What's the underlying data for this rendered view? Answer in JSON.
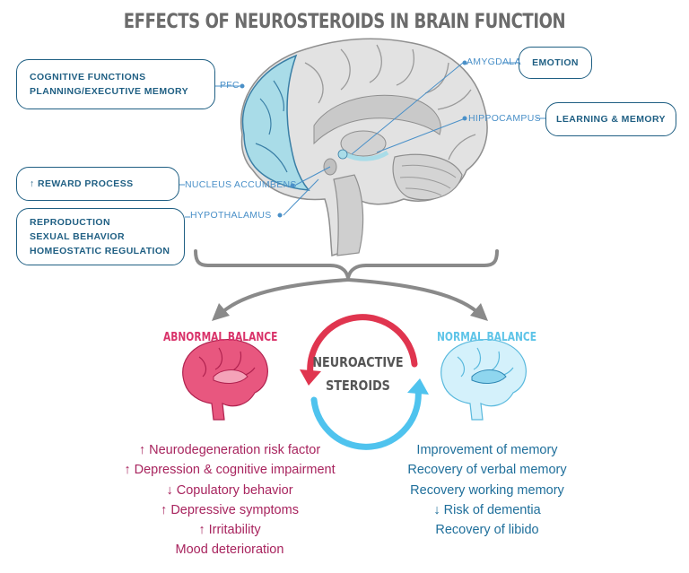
{
  "title": "EFFECTS OF NEUROSTEROIDS IN BRAIN FUNCTION",
  "left_boxes": [
    {
      "lines": [
        "COGNITIVE FUNCTIONS",
        "PLANNING/EXECUTIVE MEMORY"
      ]
    },
    {
      "lines": [
        "↑ REWARD PROCESS"
      ]
    },
    {
      "lines": [
        "REPRODUCTION",
        "SEXUAL BEHAVIOR",
        "HOMEOSTATIC REGULATION"
      ]
    }
  ],
  "right_boxes": [
    {
      "label": "EMOTION"
    },
    {
      "label": "LEARNING & MEMORY"
    }
  ],
  "region_labels": {
    "pfc": "PFC",
    "amygdala": "AMYGDALA",
    "hippocampus": "HIPPOCAMPUS",
    "nucleus_accumbens": "NUCLEUS ACCUMBENS",
    "hypothalamus": "HYPOTHALAMUS"
  },
  "abnormal": {
    "title": "ABNORMAL BALANCE",
    "effects": [
      "↑ Neurodegeneration risk factor",
      "↑ Depression & cognitive impairment",
      "↓ Copulatory behavior",
      "↑ Depressive symptoms",
      "↑ Irritability",
      "Mood deterioration"
    ]
  },
  "normal": {
    "title": "NORMAL BALANCE",
    "effects": [
      "Improvement of memory",
      "Recovery of verbal memory",
      "Recovery working memory",
      "↓ Risk of dementia",
      "Recovery of libido"
    ]
  },
  "center": {
    "line1": "NEUROACTIVE",
    "line2": "STEROIDS"
  },
  "colors": {
    "title": "#6b6b6b",
    "box_border": "#1f5f83",
    "label_blue": "#4a90c8",
    "abnormal": "#a8245e",
    "abnormal_title": "#d9336a",
    "normal": "#1f6f9b",
    "normal_title": "#5ec4e8",
    "cycle_red": "#e0354f",
    "cycle_blue": "#4fc3ee",
    "brain_gray": "#d8d8d8",
    "pfc_fill": "#a9dce8"
  }
}
